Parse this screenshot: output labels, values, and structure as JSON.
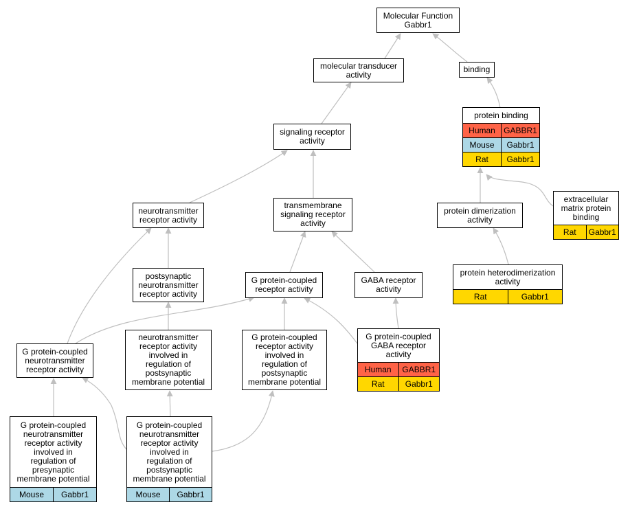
{
  "colors": {
    "edge": "#bfbfbf",
    "human": "#ff6347",
    "mouse": "#add8e6",
    "rat": "#ffd700"
  },
  "nodes": {
    "mf": {
      "label": "Molecular Function\nGabbr1",
      "rows": []
    },
    "mta": {
      "label": "molecular transducer\nactivity",
      "rows": []
    },
    "binding": {
      "label": "binding",
      "rows": []
    },
    "protein_binding": {
      "label": "protein binding",
      "rows": [
        {
          "species": "Human",
          "gene": "GABBR1",
          "color": "human"
        },
        {
          "species": "Mouse",
          "gene": "Gabbr1",
          "color": "mouse"
        },
        {
          "species": "Rat",
          "gene": "Gabbr1",
          "color": "rat"
        }
      ]
    },
    "sra": {
      "label": "signaling receptor\nactivity",
      "rows": []
    },
    "nra": {
      "label": "neurotransmitter\nreceptor activity",
      "rows": []
    },
    "tsra": {
      "label": "transmembrane\nsignaling receptor\nactivity",
      "rows": []
    },
    "pda": {
      "label": "protein dimerization\nactivity",
      "rows": []
    },
    "ecm": {
      "label": "extracellular\nmatrix protein\nbinding",
      "rows": [
        {
          "species": "Rat",
          "gene": "Gabbr1",
          "color": "rat"
        }
      ]
    },
    "pnra": {
      "label": "postsynaptic\nneurotransmitter\nreceptor activity",
      "rows": []
    },
    "gpcr": {
      "label": "G protein-coupled\nreceptor activity",
      "rows": []
    },
    "gaba": {
      "label": "GABA receptor\nactivity",
      "rows": []
    },
    "phda": {
      "label": "protein heterodimerization\nactivity",
      "rows": [
        {
          "species": "Rat",
          "gene": "Gabbr1",
          "color": "rat"
        }
      ]
    },
    "gpcnra": {
      "label": "G protein-coupled\nneurotransmitter\nreceptor activity",
      "rows": []
    },
    "nrapost": {
      "label": "neurotransmitter\nreceptor activity\ninvolved in\nregulation of\npostsynaptic\nmembrane potential",
      "rows": []
    },
    "gpcrpost": {
      "label": "G protein-coupled\nreceptor activity\ninvolved in\nregulation of\npostsynaptic\nmembrane potential",
      "rows": []
    },
    "gpcgaba": {
      "label": "G protein-coupled\nGABA receptor\nactivity",
      "rows": [
        {
          "species": "Human",
          "gene": "GABBR1",
          "color": "human"
        },
        {
          "species": "Rat",
          "gene": "Gabbr1",
          "color": "rat"
        }
      ]
    },
    "gpcnra_pre": {
      "label": "G protein-coupled\nneurotransmitter\nreceptor activity\ninvolved in\nregulation of\npresynaptic\nmembrane potential",
      "rows": [
        {
          "species": "Mouse",
          "gene": "Gabbr1",
          "color": "mouse"
        }
      ]
    },
    "gpcnra_post": {
      "label": "G protein-coupled\nneurotransmitter\nreceptor activity\ninvolved in\nregulation of\npostsynaptic\nmembrane potential",
      "rows": [
        {
          "species": "Mouse",
          "gene": "Gabbr1",
          "color": "mouse"
        }
      ]
    }
  }
}
